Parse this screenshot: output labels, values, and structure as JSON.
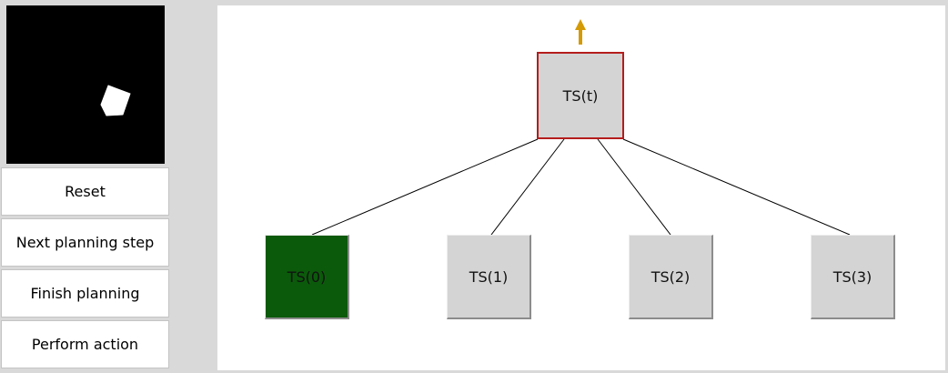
{
  "controls": {
    "reset_label": "Reset",
    "next_step_label": "Next planning step",
    "finish_label": "Finish planning",
    "perform_label": "Perform action"
  },
  "tree": {
    "root": {
      "label": "TS(t)",
      "border_color": "#b51d1d"
    },
    "children": [
      {
        "label": "TS(0)",
        "highlighted": true
      },
      {
        "label": "TS(1)",
        "highlighted": false
      },
      {
        "label": "TS(2)",
        "highlighted": false
      },
      {
        "label": "TS(3)",
        "highlighted": false
      }
    ]
  },
  "colors": {
    "node_fill": "#d4d4d4",
    "highlight_fill": "#0b5a0b",
    "arrow": "#d49a06",
    "edge": "#000000",
    "panel_bg": "#d9d9d9",
    "canvas_bg": "#ffffff",
    "preview_bg": "#000000",
    "preview_shape": "#ffffff"
  },
  "icons": {
    "parent_arrow": "up-arrow-icon"
  }
}
